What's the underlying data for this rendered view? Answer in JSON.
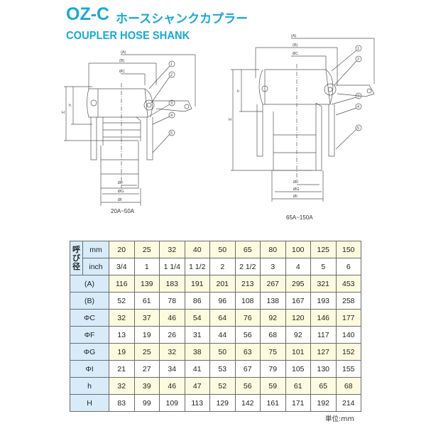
{
  "header": {
    "model": "OZ-C",
    "title_jp": "ホースシャンクカプラー",
    "title_en": "COUPLER HOSE SHANK"
  },
  "colors": {
    "brand": "#1ba8d6",
    "label_cell": "#d7ecf8",
    "highlight_row": "#fdfbdf",
    "border": "#6b6b6b"
  },
  "diagrams": [
    {
      "caption": "20A~50A",
      "dims": [
        "(A)",
        "(B)",
        "ØC",
        "ØF",
        "ØG",
        "ØI",
        "h",
        "H"
      ],
      "balloons": [
        "1",
        "2",
        "3",
        "4",
        "5"
      ]
    },
    {
      "caption": "65A~150A",
      "dims": [
        "(A)",
        "(B)",
        "ØC",
        "ØF",
        "ØG",
        "ØI",
        "h",
        "H"
      ],
      "balloons": [
        "1",
        "2",
        "3",
        "4",
        "5"
      ]
    }
  ],
  "table": {
    "nominal_label": "呼び径",
    "nominal_label_chars": [
      "呼",
      "び",
      "径"
    ],
    "rows": [
      {
        "label": "mm",
        "values": [
          "20",
          "25",
          "32",
          "40",
          "50",
          "65",
          "80",
          "100",
          "125",
          "150"
        ]
      },
      {
        "label": "inch",
        "values": [
          "3/4",
          "1",
          "1 1/4",
          "1 1/2",
          "2",
          "2 1/2",
          "3",
          "4",
          "5",
          "6"
        ]
      },
      {
        "label": "(A)",
        "values": [
          "116",
          "139",
          "183",
          "191",
          "201",
          "213",
          "267",
          "295",
          "321",
          "453"
        ]
      },
      {
        "label": "(B)",
        "values": [
          "52",
          "61",
          "78",
          "86",
          "96",
          "108",
          "138",
          "167",
          "193",
          "258"
        ]
      },
      {
        "label": "ΦC",
        "values": [
          "32",
          "37",
          "46",
          "54",
          "64",
          "76",
          "92",
          "120",
          "146",
          "177"
        ]
      },
      {
        "label": "ΦF",
        "values": [
          "13",
          "19",
          "26",
          "31",
          "44",
          "56",
          "68",
          "92",
          "117",
          "140"
        ]
      },
      {
        "label": "ΦG",
        "values": [
          "19",
          "25",
          "32",
          "38",
          "50",
          "63",
          "75",
          "101",
          "127",
          "152"
        ]
      },
      {
        "label": "ΦI",
        "values": [
          "21",
          "27",
          "34",
          "41",
          "53",
          "67",
          "79",
          "105",
          "130",
          "155"
        ]
      },
      {
        "label": "h",
        "values": [
          "32",
          "39",
          "46",
          "47",
          "52",
          "56",
          "59",
          "61",
          "65",
          "68"
        ]
      },
      {
        "label": "H",
        "values": [
          "83",
          "99",
          "109",
          "113",
          "129",
          "142",
          "161",
          "171",
          "192",
          "214"
        ]
      }
    ],
    "unit_note": "単位:mm"
  }
}
